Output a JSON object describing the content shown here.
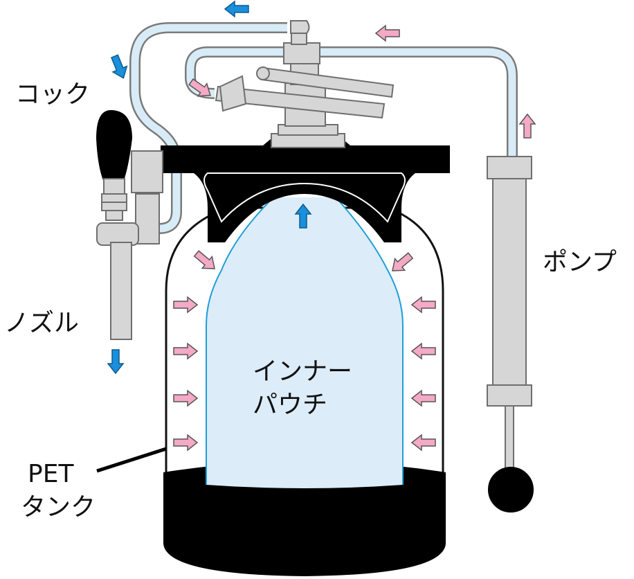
{
  "labels": {
    "cock": "コック",
    "nozzle": "ノズル",
    "pump": "ポンプ",
    "inner_pouch_line1": "インナー",
    "inner_pouch_line2": "パウチ",
    "pet_line1": "PET",
    "pet_line2": "タンク"
  },
  "colors": {
    "tube_fill": "#d8ecf7",
    "tube_stroke": "#7a7a7a",
    "metal": "#d6d6d6",
    "metal_stroke": "#6e6e6e",
    "cap": "#000000",
    "pouch_fill": "#dcecf9",
    "pouch_line": "#1f9ed8",
    "pressure_arrow": "#f4a9c5",
    "flow_arrow": "#1a8fdc"
  },
  "icons": {
    "pressure": "pink-arrow-icon",
    "flow": "blue-arrow-icon"
  }
}
